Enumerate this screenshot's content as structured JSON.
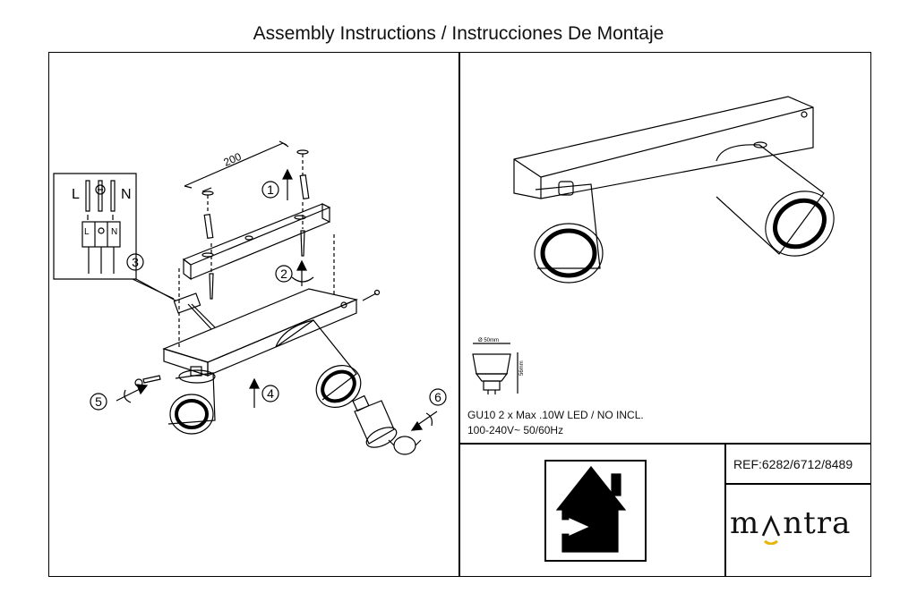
{
  "title": "Assembly Instructions / Instrucciones De Montaje",
  "diagram": {
    "dimension": "200",
    "wiring": {
      "live": "L",
      "neutral": "N",
      "terminal_live": "L",
      "terminal_neutral": "N"
    },
    "steps": [
      "1",
      "2",
      "3",
      "4",
      "5",
      "6"
    ]
  },
  "bulb": {
    "width_label": "Ø 50mm",
    "height_label": "56mm"
  },
  "specs": {
    "line1": "GU10 2 x Max .10W LED / NO INCL.",
    "line2": "100-240V~ 50/60Hz"
  },
  "reference": "REF:6282/6712/8489",
  "brand": {
    "part1": "m",
    "part2": "ntra",
    "accent_color": "#e8b400"
  },
  "icons": [
    "house-indoor-icon"
  ]
}
